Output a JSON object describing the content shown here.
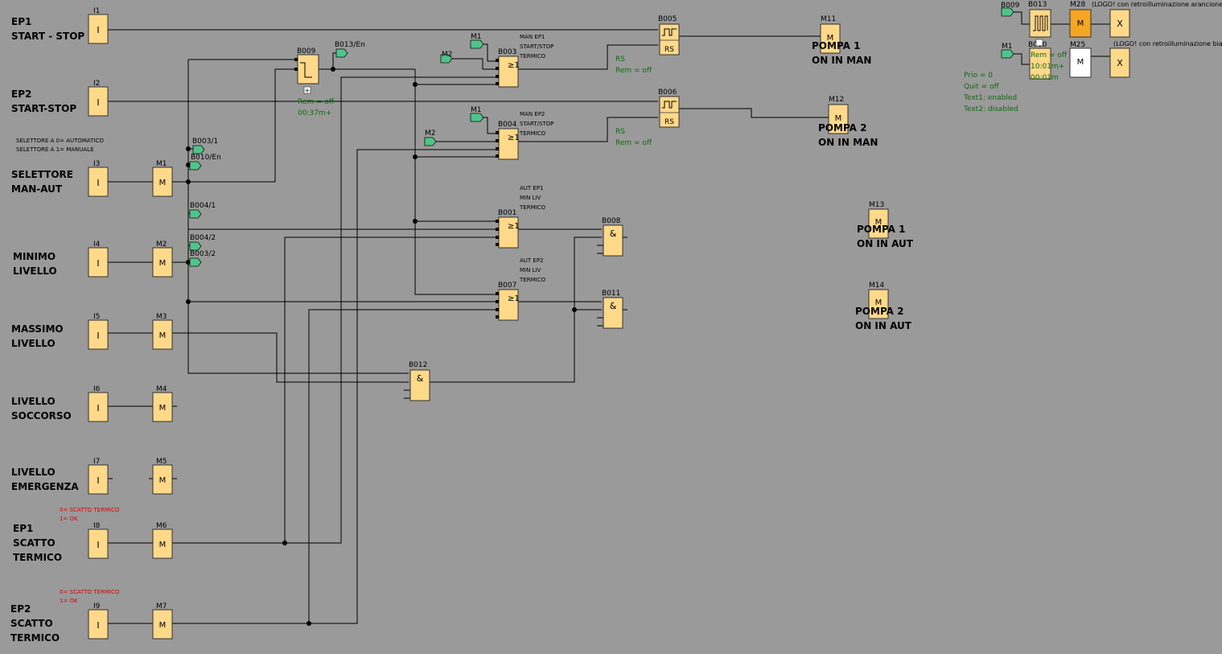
{
  "inputs": [
    {
      "id": "I1",
      "l1": "EP1",
      "l2": "START - STOP",
      "l3": ""
    },
    {
      "id": "I2",
      "l1": "EP2",
      "l2": "START-STOP",
      "l3": ""
    },
    {
      "id": "I3",
      "l1": "SELETTORE",
      "l2": "MAN-AUT",
      "l3": ""
    },
    {
      "id": "I4",
      "l1": "MINIMO",
      "l2": "LIVELLO",
      "l3": ""
    },
    {
      "id": "I5",
      "l1": "MASSIMO",
      "l2": "LIVELLO",
      "l3": ""
    },
    {
      "id": "I6",
      "l1": "LIVELLO",
      "l2": "SOCCORSO",
      "l3": ""
    },
    {
      "id": "I7",
      "l1": "LIVELLO",
      "l2": "EMERGENZA",
      "l3": ""
    },
    {
      "id": "I8",
      "l1": "EP1",
      "l2": "SCATTO",
      "l3": "TERMICO"
    },
    {
      "id": "I9",
      "l1": "EP2",
      "l2": "SCATTO",
      "l3": "TERMICO"
    }
  ],
  "flags": [
    "M1",
    "M2",
    "M3",
    "M4",
    "M5",
    "M6",
    "M7"
  ],
  "selector_note": [
    "SELETTORE A 0= AUTOMATICO",
    "SELETTORE A 1= MANUALE"
  ],
  "thermal_note": [
    "0= SCATTO TERMICO",
    "1= OK"
  ],
  "connectors": {
    "b013en": "B013/En",
    "b0031": "B003/1",
    "b010en": "B010/En",
    "b0041": "B004/1",
    "b0042": "B004/2",
    "b0032": "B003/2",
    "m1": "M1",
    "m2": "M2",
    "b009": "B009"
  },
  "blocks": {
    "b009": {
      "id": "B009",
      "sym": "",
      "rem": "Rem = off",
      "time": "00:37m+",
      "plus": "+"
    },
    "b003": {
      "id": "B003",
      "sym": "≥1",
      "c1": "MAN EP1",
      "c2": "START/STOP",
      "c3": "TERMICO"
    },
    "b004": {
      "id": "B004",
      "sym": "≥1",
      "c1": "MAN EP2",
      "c2": "START/STOP",
      "c3": "TERMICO"
    },
    "b005": {
      "id": "B005",
      "sym": "RS",
      "rs": "RS",
      "rem": "Rem = off"
    },
    "b006": {
      "id": "B006",
      "sym": "RS",
      "rs": "RS",
      "rem": "Rem = off"
    },
    "b001": {
      "id": "B001",
      "sym": "≥1",
      "c1": "AUT EP1",
      "c2": "MIN LIV",
      "c3": "TERMICO"
    },
    "b007": {
      "id": "B007",
      "sym": "≥1",
      "c1": "AUT EP2",
      "c2": "MIN LIV",
      "c3": "TERMICO"
    },
    "b008": {
      "id": "B008",
      "sym": "&"
    },
    "b011": {
      "id": "B011",
      "sym": "&"
    },
    "b012": {
      "id": "B012",
      "sym": "&"
    },
    "b013": {
      "id": "B013",
      "sym": ""
    },
    "b010": {
      "id": "B010",
      "sym": "",
      "rem": "Rem = off",
      "time": "10:01m+",
      "time2": "00:01m"
    }
  },
  "outputs": {
    "m11": {
      "id": "M11",
      "sym": "M",
      "l1": "POMPA 1",
      "l2": "ON IN MAN"
    },
    "m12": {
      "id": "M12",
      "sym": "M",
      "l1": "POMPA 2",
      "l2": "ON IN MAN"
    },
    "m13": {
      "id": "M13",
      "sym": "M",
      "l1": "POMPA 1",
      "l2": "ON IN AUT"
    },
    "m14": {
      "id": "M14",
      "sym": "M",
      "l1": "POMPA 2",
      "l2": "ON IN AUT"
    },
    "m28": {
      "id": "M28",
      "sym": "M",
      "desc": "(LOGO! con retroilluminazione arancione)"
    },
    "m25": {
      "id": "M25",
      "sym": "M",
      "desc": "(LOGO! con retroilluminazione bianca)"
    },
    "x1": {
      "sym": "X"
    },
    "x2": {
      "sym": "X"
    }
  },
  "params": [
    "Prio = 0",
    "Quit = off",
    "Text1: enabled",
    "Text2: disabled"
  ],
  "colors": {
    "background": "#9a9a9a",
    "block": "#ffd98a",
    "flag": "#4fc48a",
    "m28": "#f5a623",
    "m25": "#ffffff",
    "param_text": "#0f6a0f",
    "note_red": "#e00000"
  }
}
